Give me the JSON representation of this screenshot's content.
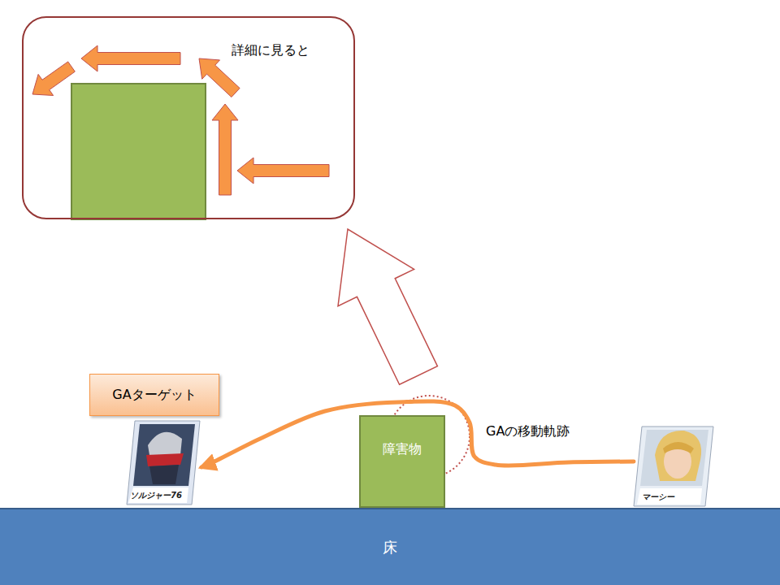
{
  "diagram": {
    "nodes": [
      {
        "text": [
          "詳細に見ると"
        ]
      },
      {
        "text": [
          "GAターゲット"
        ]
      },
      {
        "text": [
          "ソルジャー76"
        ]
      },
      {
        "text": [
          "障害物"
        ]
      },
      {
        "text": [
          "マーシー"
        ]
      },
      {
        "text": [
          "床"
        ]
      }
    ],
    "edges": [
      {
        "from": 4,
        "to": 2,
        "arrow": "to"
      }
    ],
    "labels": [
      "GAの移動軌跡"
    ]
  }
}
